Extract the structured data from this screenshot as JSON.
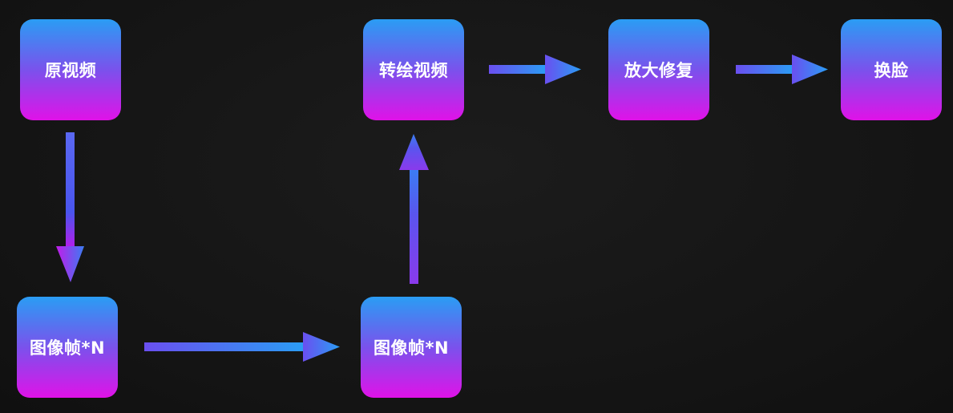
{
  "nodes": {
    "original_video": "原视频",
    "frames_a": "图像帧*N",
    "frames_b": "图像帧*N",
    "convert_video": "转绘视频",
    "upscale_restore": "放大修复",
    "face_swap": "换脸"
  },
  "colors": {
    "background": "#141414",
    "gradient_top": "#2a9df4",
    "gradient_bottom": "#e012e8",
    "text": "#ffffff"
  },
  "edges": [
    {
      "from": "original_video",
      "to": "frames_a"
    },
    {
      "from": "frames_a",
      "to": "frames_b"
    },
    {
      "from": "frames_b",
      "to": "convert_video"
    },
    {
      "from": "convert_video",
      "to": "upscale_restore"
    },
    {
      "from": "upscale_restore",
      "to": "face_swap"
    }
  ]
}
